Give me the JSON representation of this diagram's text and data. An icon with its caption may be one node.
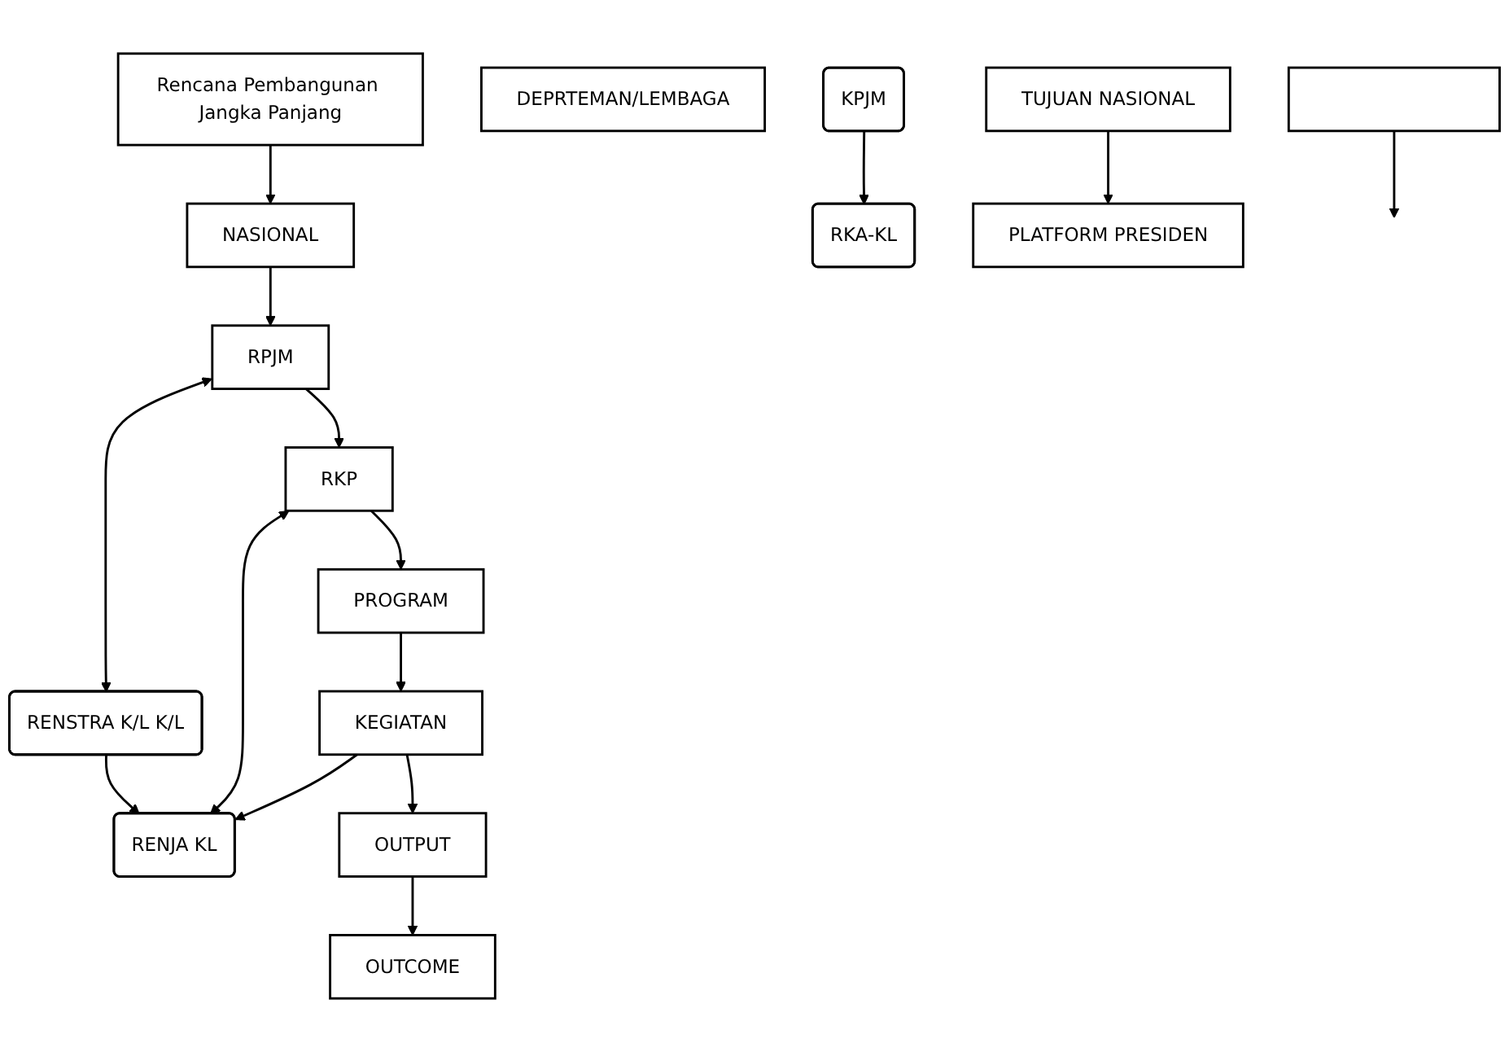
{
  "diagram": {
    "nodes": [
      {
        "text": [
          "Rencana Pembangunan Jangka Panjang"
        ]
      },
      {
        "text": [
          "NASIONAL"
        ]
      },
      {
        "text": [
          "DEPRTEMAN/LEMBAGA"
        ]
      },
      {
        "text": [
          "TUJUAN NASIONAL"
        ]
      },
      {
        "text": [
          "RPJM"
        ]
      },
      {
        "text": [
          "RENSTRA K/L K/L"
        ]
      },
      {
        "text": [
          "KPJM"
        ]
      },
      {
        "text": [
          "RKP"
        ]
      },
      {
        "text": [
          "RENJA KL"
        ]
      },
      {
        "text": [
          "RKA-KL"
        ]
      },
      {
        "text": [
          "PLATFORM PRESIDEN"
        ]
      },
      {
        "text": [
          "PROGRAM"
        ]
      },
      {
        "text": [
          "KEGIATAN"
        ]
      },
      {
        "text": [
          "OUTPUT"
        ]
      },
      {
        "text": [
          "OUTCOME"
        ]
      },
      {
        "text": [],
        "shape": "bar"
      }
    ],
    "edges": [
      {
        "from": 0,
        "to": 1,
        "arrow": "to"
      },
      {
        "from": 1,
        "to": 4,
        "arrow": "to"
      },
      {
        "from": 4,
        "to": 5,
        "arrow": "both"
      },
      {
        "from": 4,
        "to": 7,
        "arrow": "to"
      },
      {
        "from": 5,
        "to": 8,
        "arrow": "to"
      },
      {
        "from": 6,
        "to": 9,
        "arrow": "to"
      },
      {
        "from": 3,
        "to": 10,
        "arrow": "to"
      },
      {
        "from": 7,
        "to": 8,
        "arrow": "both"
      },
      {
        "from": 7,
        "to": 11,
        "arrow": "to"
      },
      {
        "from": 12,
        "to": 8,
        "arrow": "to"
      },
      {
        "from": 11,
        "to": 12,
        "arrow": "to"
      },
      {
        "from": 12,
        "to": 13,
        "arrow": "to"
      },
      {
        "from": 13,
        "to": 14,
        "arrow": "to"
      },
      {
        "from": 15,
        "to": null,
        "arrow": "to"
      }
    ]
  }
}
